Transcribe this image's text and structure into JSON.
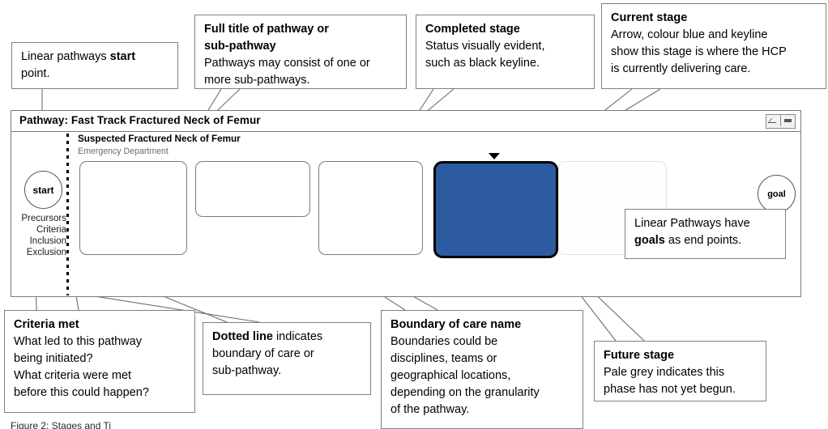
{
  "pathway": {
    "title": "Pathway: Fast Track Fractured Neck of Femur",
    "window_controls": [
      {
        "name": "chevron-down",
        "label": ""
      },
      {
        "name": "minimize",
        "label": ""
      }
    ],
    "start_node": "start",
    "goal_node": "goal",
    "precursors": [
      "Precursors",
      "Criteria",
      "Inclusion",
      "Exclusion"
    ],
    "boundary_name": "Suspected Fractured Neck of Femur",
    "boundary_subtitle": "Emergency Department",
    "stages": [
      {
        "id": "stage-1",
        "status": "completed",
        "label": ""
      },
      {
        "id": "stage-2",
        "status": "completed",
        "label": ""
      },
      {
        "id": "stage-3",
        "status": "completed",
        "label": ""
      },
      {
        "id": "stage-4",
        "status": "current",
        "label": ""
      },
      {
        "id": "stage-5",
        "status": "future",
        "label": ""
      }
    ],
    "colors": {
      "current_fill": "#2c5ba0",
      "current_keyline": "#000000",
      "completed_keyline": "#7b7b7b",
      "future_keyline": "#e3e3e3",
      "callout_border": "#808080",
      "subtitle_text": "#6b6b6b"
    }
  },
  "callouts": {
    "start_point": {
      "heading": "",
      "lines": [
        {
          "text": "Linear pathways ",
          "bold_tail": "start"
        },
        {
          "text": "point."
        }
      ]
    },
    "full_title": {
      "heading_line1": "Full title of pathway or",
      "heading_line2": "sub-pathway",
      "lines": [
        {
          "text": "Pathways may consist of one or"
        },
        {
          "text": "more sub-pathways."
        }
      ]
    },
    "completed_stage": {
      "heading": "Completed stage",
      "lines": [
        {
          "text": "Status visually evident,"
        },
        {
          "text": "such as black keyline."
        }
      ]
    },
    "current_stage": {
      "heading": "Current stage",
      "lines": [
        {
          "text": "Arrow, colour blue and keyline"
        },
        {
          "text": "show this stage is where the HCP"
        },
        {
          "text": "is currently delivering care."
        }
      ]
    },
    "goal_end_points": {
      "heading": "",
      "lines": [
        {
          "text": "Linear Pathways have"
        },
        {
          "bold_head": "goals",
          "text": " as end points."
        }
      ]
    },
    "criteria_met": {
      "heading": "Criteria met",
      "lines": [
        {
          "text": "What led to this pathway"
        },
        {
          "text": "being initiated?"
        },
        {
          "text": "What criteria were met"
        },
        {
          "text": "before this could happen?"
        }
      ]
    },
    "dotted_line": {
      "heading": "",
      "lines": [
        {
          "bold_head": "Dotted line",
          "text": " indicates"
        },
        {
          "text": "boundary of care or"
        },
        {
          "text": "sub-pathway."
        }
      ]
    },
    "boundary_of_care": {
      "heading": "Boundary of care name",
      "lines": [
        {
          "text": "Boundaries could be"
        },
        {
          "text": "disciplines, teams or"
        },
        {
          "text": "geographical locations,"
        },
        {
          "text": "depending on the granularity"
        },
        {
          "text": "of the pathway."
        }
      ]
    },
    "future_stage": {
      "heading": "Future stage",
      "lines": [
        {
          "text": "Pale grey indicates this"
        },
        {
          "text": "phase has not yet begun."
        }
      ]
    }
  },
  "figure": {
    "caption": "Figure 2: Stages and Ti"
  }
}
